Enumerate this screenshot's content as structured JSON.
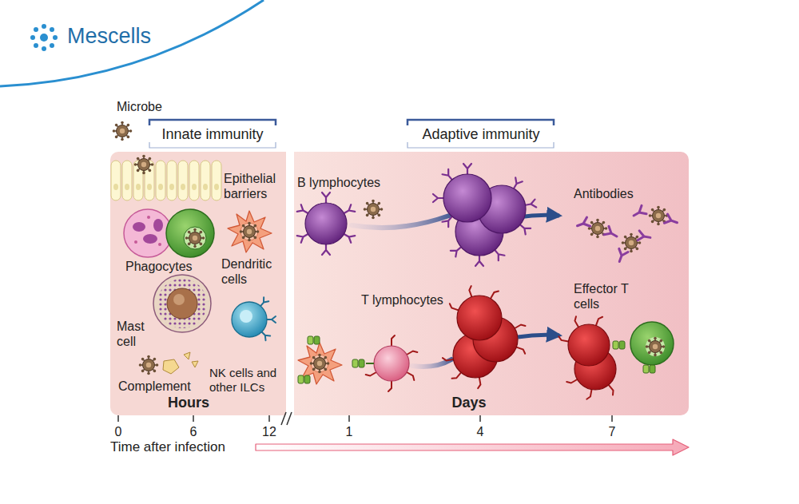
{
  "diagram": {
    "nodes": [
      {
        "text": [
          "Hours"
        ]
      },
      {
        "text": [
          "Days"
        ]
      }
    ],
    "labels": [
      "Mescells",
      "Microbe",
      "Innate immunity",
      "Adaptive immunity",
      "Epithelial barriers",
      "Phagocytes",
      "Dendritic cells",
      "Mast cell",
      "Complement",
      "NK cells and other ILCs",
      "B lymphocytes",
      "Antibodies",
      "T lymphocytes",
      "Effector T cells",
      "0",
      "6",
      "12",
      "1",
      "4",
      "7",
      "Time after infection"
    ]
  }
}
